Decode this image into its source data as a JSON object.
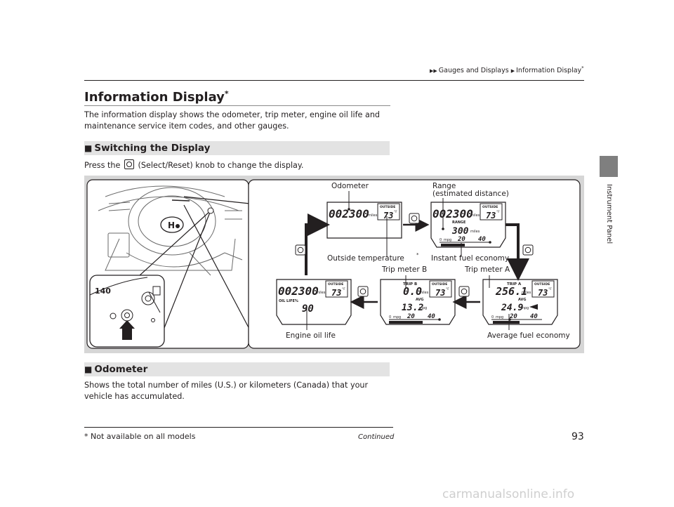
{
  "header": {
    "breadcrumb": [
      "Gauges and Displays",
      "Information Display"
    ],
    "breadcrumb_star": "*",
    "side_tab": "Instrument Panel"
  },
  "title": "Information Display",
  "title_star": "*",
  "intro": "The information display shows the odometer, trip meter, engine oil life and maintenance service item codes, and other gauges.",
  "sections": {
    "switching": {
      "icon": "■",
      "heading": "Switching the Display"
    },
    "odometer": {
      "icon": "■",
      "heading": "Odometer"
    }
  },
  "press_text": {
    "before": "Press the",
    "after": "(Select/Reset) knob to change the display."
  },
  "figure": {
    "speed": "140",
    "labels": {
      "odometer": "Odometer",
      "range_1": "Range",
      "range_2": "(estimated distance)",
      "outside_temp": "Outside temperature",
      "outside_temp_star": "*",
      "instant_fuel": "Instant fuel economy",
      "trip_b": "Trip meter B",
      "trip_a": "Trip meter A",
      "engine_oil": "Engine oil life",
      "avg_fuel": "Average fuel economy"
    },
    "screens": {
      "s1": {
        "odo": "002300",
        "unit": "miles",
        "outside": "OUTSIDE",
        "temp": "73",
        "deg": "°F"
      },
      "s2": {
        "odo": "002300",
        "unit": "miles",
        "outside": "OUTSIDE",
        "temp": "73",
        "deg": "°F",
        "range_label": "RANGE",
        "range": "300",
        "range_unit": "miles",
        "mpg": "mpg",
        "scale_0": "0",
        "scale_20": "20",
        "scale_40": "40"
      },
      "s3": {
        "trip_label": "TRIP A",
        "trip": "256.1",
        "unit": "miles",
        "outside": "OUTSIDE",
        "temp": "73",
        "deg": "°F",
        "avg": "AVG",
        "avg_value": "24.9",
        "mpg": "mpg",
        "scale_0": "0",
        "scale_20": "20",
        "scale_40": "40"
      },
      "s4": {
        "trip_label": "TRIP  B",
        "trip": "0.0",
        "unit": "miles",
        "outside": "OUTSIDE",
        "temp": "73",
        "deg": "°F",
        "avg": "AVG",
        "avg_value": "13.2",
        "mpg": "mpg",
        "scale_0": "0",
        "scale_20": "20",
        "scale_40": "40"
      },
      "s5": {
        "odo": "002300",
        "unit": "miles",
        "outside": "OUTSIDE",
        "temp": "73",
        "deg": "°F",
        "oil_label": "OIL LIFE%",
        "oil": "90"
      }
    }
  },
  "odometer_text": "Shows the total number of miles (U.S.) or kilometers (Canada) that your vehicle has accumulated.",
  "footer": {
    "star": "*",
    "note": "Not available on all models",
    "continued": "Continued",
    "page": "93",
    "watermark": "carmanualsonline.info"
  }
}
